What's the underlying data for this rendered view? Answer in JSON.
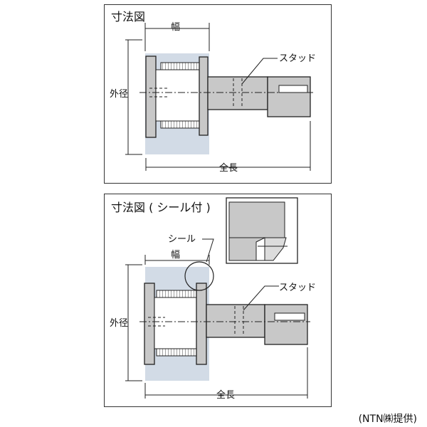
{
  "top": {
    "title": "寸法図",
    "width_label": "幅",
    "stud_label": "スタッド",
    "outer_diameter_label": "外径",
    "total_length_label": "全長"
  },
  "bottom": {
    "title": "寸法図 ( シール付 )",
    "seal_label": "シール",
    "width_label": "幅",
    "stud_label": "スタッド",
    "outer_diameter_label": "外径",
    "total_length_label": "全長"
  },
  "credit": "(NTN㈱提供)",
  "colors": {
    "housing_fill": "#d2dbe6",
    "part_fill": "#c8c8c8",
    "stroke": "#222222"
  }
}
